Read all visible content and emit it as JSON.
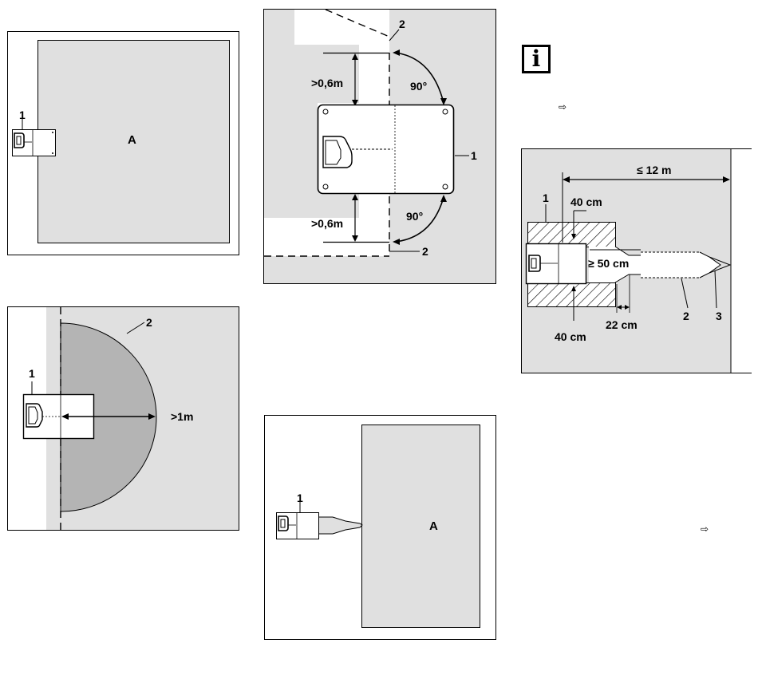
{
  "panel1": {
    "label_station": "1",
    "label_area": "A"
  },
  "panel2": {
    "label_dist_top": ">0,6m",
    "label_angle_top": "90°",
    "label_wire_top": "2",
    "label_station": "1",
    "label_dist_bottom": ">0,6m",
    "label_angle_bottom": "90°",
    "label_wire_bottom": "2"
  },
  "panel3": {
    "label_station": "1",
    "label_zone": "2",
    "label_dist": ">1m"
  },
  "panel4": {
    "label_station": "1",
    "label_area": "A"
  },
  "panel5": {
    "label_dist_max": "≤ 12 m",
    "label_station": "1",
    "label_gap_top": "40 cm",
    "label_width": "≥ 50 cm",
    "label_gap_bottom": "40 cm",
    "label_corridor": "22 cm",
    "label_wire": "2",
    "label_tip": "3"
  },
  "info_box": {
    "glyph": "i",
    "icon": "info-icon"
  },
  "ref_arrows": [
    "⇨",
    "⇨"
  ],
  "colors": {
    "area": "#e0e0e0",
    "dark_area": "#b4b4b4",
    "line": "#000000",
    "station": "#ffffff"
  }
}
